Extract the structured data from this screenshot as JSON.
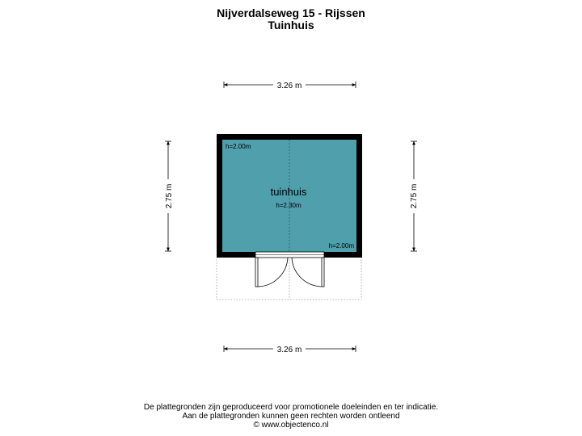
{
  "header": {
    "address": "Nijverdalseweg 15 - Rijssen",
    "building": "Tuinhuis"
  },
  "plan": {
    "room_label": "tuinhuis",
    "room_height": "h=2.30m",
    "height_top_left": "h=2.00m",
    "height_bottom_right": "h=2.00m",
    "dim_top": "3.26 m",
    "dim_bottom": "3.26 m",
    "dim_left": "2.75 m",
    "dim_right": "2.75 m",
    "floor_color": "#4f9fac",
    "wall_color": "#000000"
  },
  "footer": {
    "line1": "De plattegronden zijn geproduceerd voor promotionele doeleinden en ter indicatie.",
    "line2": "Aan de plattegronden kunnen geen rechten worden ontleend",
    "line3": "© www.objectenco.nl"
  }
}
